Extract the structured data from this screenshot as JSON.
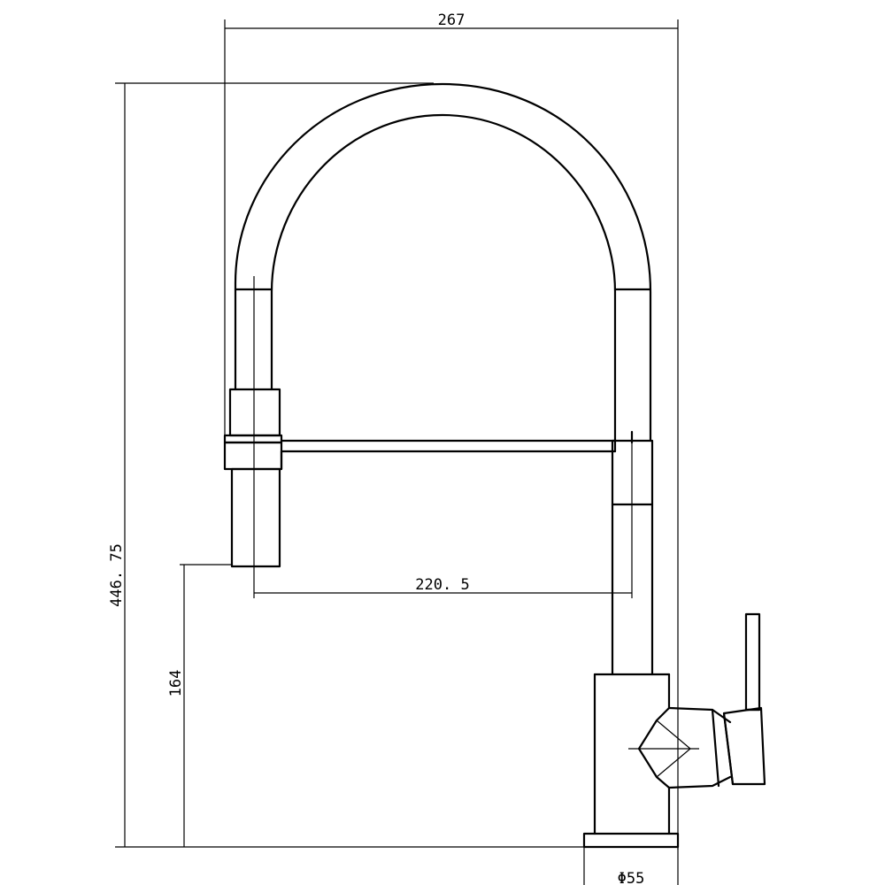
{
  "drawing": {
    "subject": "pull-down kitchen faucet side elevation",
    "units": "mm",
    "dimensions": {
      "overall_width": "267",
      "overall_height": "446. 75",
      "spout_reach": "220. 5",
      "spout_clearance": "164",
      "base_diameter": "Φ55"
    }
  }
}
